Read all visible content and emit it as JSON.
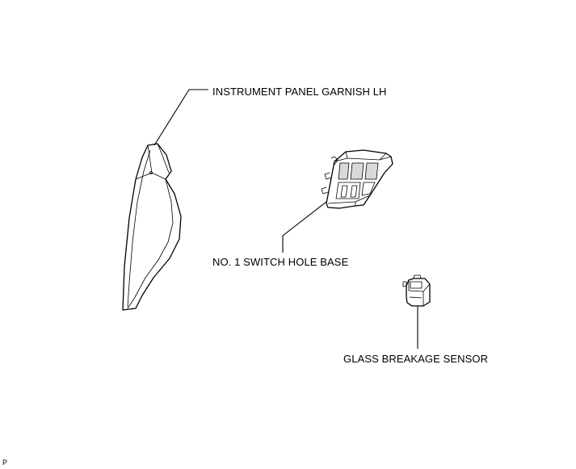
{
  "labels": {
    "instrument_panel_garnish": "INSTRUMENT PANEL GARNISH LH",
    "switch_hole_base": "NO. 1 SWITCH HOLE BASE",
    "glass_breakage_sensor": "GLASS BREAKAGE SENSOR",
    "corner_mark": "P"
  }
}
